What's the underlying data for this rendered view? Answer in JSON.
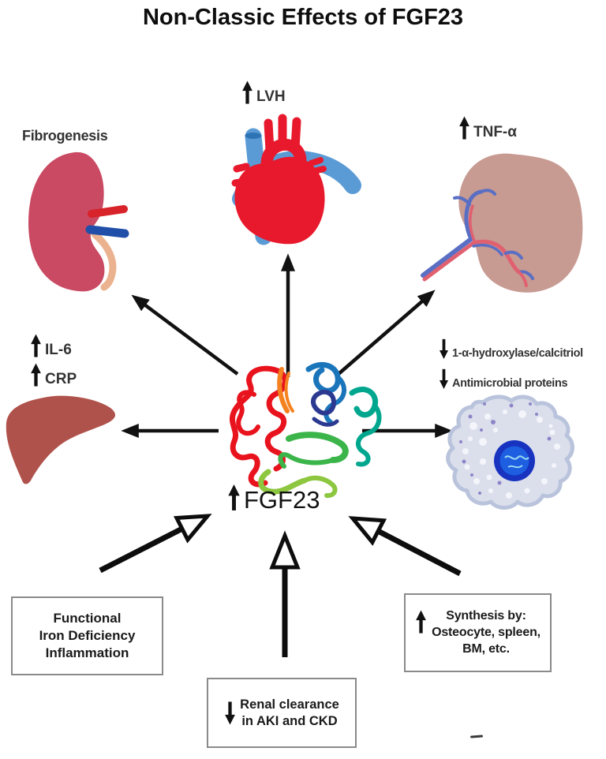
{
  "title": "Non-Classic Effects of FGF23",
  "center": {
    "molecule": "FGF23 protein ribbon",
    "label": {
      "arrow": "up",
      "text": "FGF23"
    }
  },
  "effect_labels": {
    "fibrogenesis": {
      "text": "Fibrogenesis"
    },
    "lvh": {
      "arrow": "up",
      "text": "LVH"
    },
    "tnf_alpha": {
      "arrow": "up",
      "text": "TNF-α"
    },
    "il6": {
      "arrow": "up",
      "text": "IL-6"
    },
    "crp": {
      "arrow": "up",
      "text": "CRP"
    },
    "hydroxylase": {
      "arrow": "down",
      "text": "1-α-hydroxylase/calcitriol"
    },
    "antimicrobial": {
      "arrow": "down",
      "text": "Antimicrobial proteins"
    }
  },
  "boxes": {
    "iron_deficiency": {
      "lines": [
        "Functional",
        "Iron Deficiency",
        "Inflammation"
      ]
    },
    "renal_clearance": {
      "arrow": "down",
      "lines": [
        "Renal clearance",
        "in AKI and CKD"
      ]
    },
    "synthesis": {
      "arrow": "up",
      "lines": [
        "Synthesis by:",
        "Osteocyte, spleen,",
        "BM, etc."
      ]
    }
  },
  "organs": {
    "top_left": "kidney (fibrogenesis)",
    "top": "heart",
    "top_right": "spleen/kidney (TNF-α)",
    "left": "liver",
    "right": "immune cell",
    "center": "FGF23 protein"
  },
  "colors": {
    "heart_red": "#E8192C",
    "vessel_blue": "#5B9BD5",
    "vessel_blue_dark": "#2E74B5",
    "kidney_crimson": "#C94A62",
    "artery_red": "#D8232A",
    "vein_blue": "#1F4FA8",
    "ureter_tan": "#EBB28F",
    "spleen_rose": "#C79A92",
    "spleen_artery": "#E06070",
    "spleen_vein": "#5A6FC4",
    "liver_brown": "#AF524B",
    "cell_body": "#DBDFEC",
    "cell_outline": "#B9C3DC",
    "cell_granule_purple": "#8E85C8",
    "nucleus_dark": "#1733BF",
    "nucleus_inner": "#1D5FE0",
    "protein_red": "#E8131D",
    "protein_orange": "#F58220",
    "protein_green": "#3BB54A",
    "protein_lightgreen": "#8DC63F",
    "protein_teal": "#00A78E",
    "protein_blue": "#1B75BB",
    "protein_navy": "#2B3990",
    "arrow_black": "#111111",
    "text_dark": "#3A3A3A"
  }
}
